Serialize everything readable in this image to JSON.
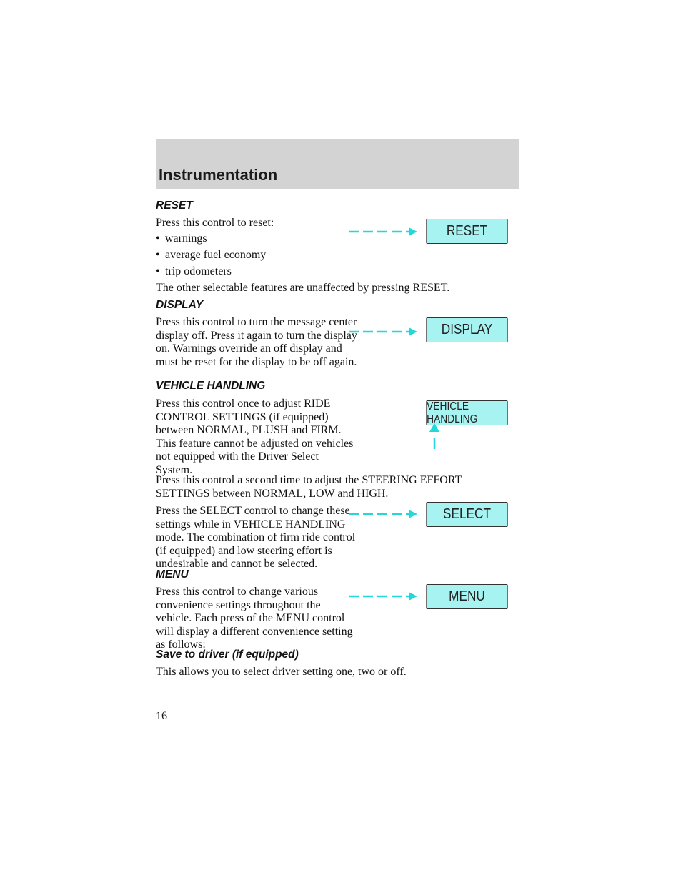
{
  "header": {
    "title": "Instrumentation"
  },
  "sections": {
    "reset": {
      "heading": "RESET",
      "intro": "Press this control to reset:",
      "bullets": [
        "warnings",
        "average fuel economy",
        "trip odometers"
      ],
      "note": "The other selectable features are unaffected by pressing RESET.",
      "control_label": "RESET"
    },
    "display": {
      "heading": "DISPLAY",
      "text": "Press this control to turn the message center display off. Press it again to turn the display on. Warnings override an off display and must be reset for the display to be off again.",
      "control_label": "DISPLAY"
    },
    "vehicle_handling": {
      "heading": "VEHICLE HANDLING",
      "text1": "Press this control once to adjust RIDE CONTROL SETTINGS (if equipped) between NORMAL, PLUSH and FIRM. This feature cannot be adjusted on vehicles not equipped with the Driver Select System.",
      "text2": "Press this control a second time to adjust the STEERING EFFORT SETTINGS between NORMAL, LOW and HIGH.",
      "text3": "Press the SELECT control to change these settings while in VEHICLE HANDLING mode. The combination of firm ride control (if equipped) and low steering effort is undesirable and cannot be selected.",
      "control_label": "VEHICLE HANDLING",
      "select_label": "SELECT"
    },
    "menu": {
      "heading": "MENU",
      "text": "Press this control to change various convenience settings throughout the vehicle. Each press of the MENU control will display a different convenience setting as follows:",
      "control_label": "MENU"
    },
    "save_to_driver": {
      "heading": "Save to driver (if equipped)",
      "text": "This allows you to select driver setting one, two or off."
    }
  },
  "page_number": "16",
  "colors": {
    "header_bg": "#d3d3d3",
    "control_bg": "#a6f3f2",
    "arrow": "#22d8d8"
  }
}
